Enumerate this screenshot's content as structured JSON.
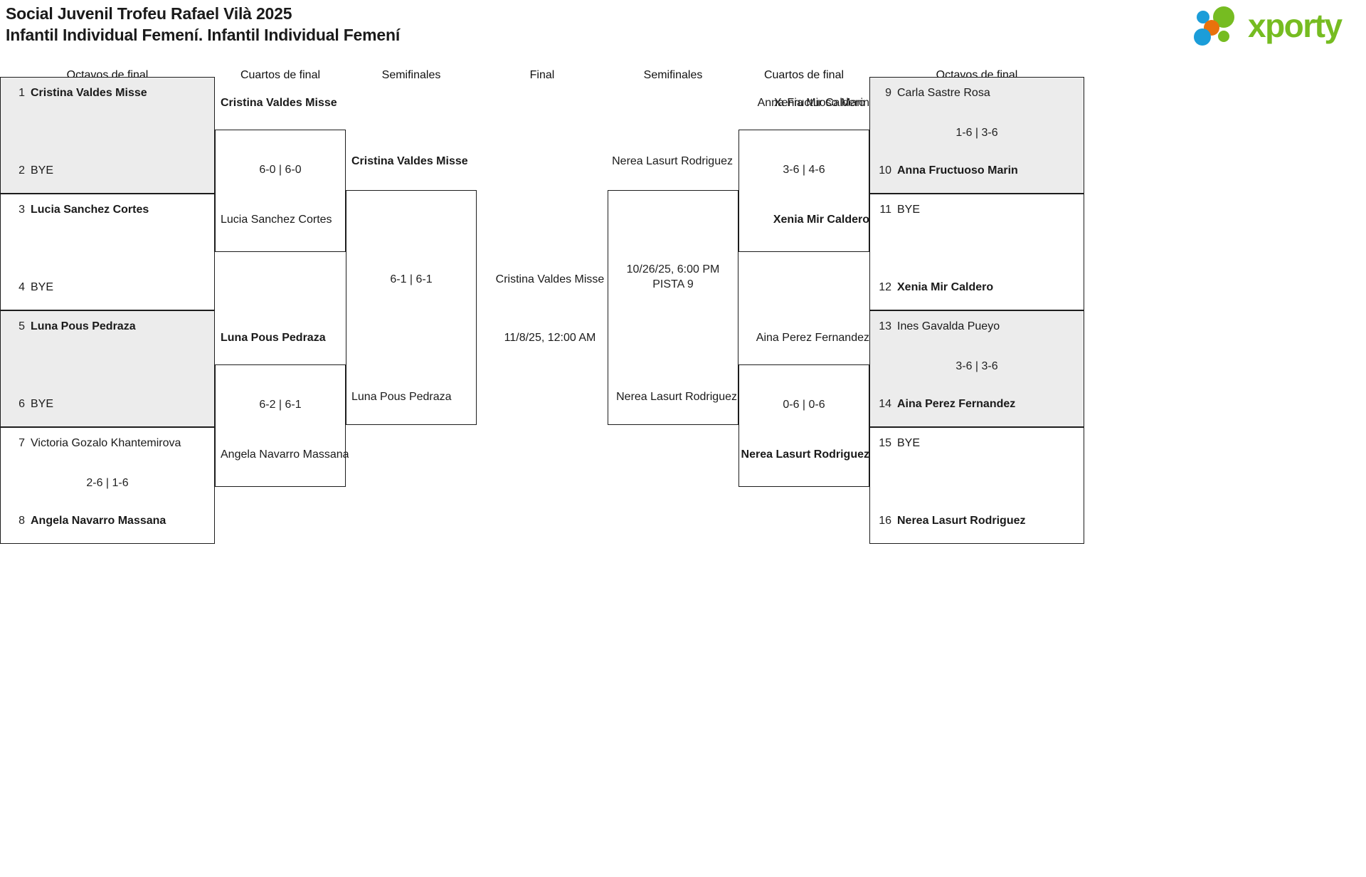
{
  "header": {
    "title": "Social Juvenil Trofeu Rafael Vilà 2025\nInfantil Individual Femení. Infantil Individual Femení",
    "logo_text": "xporty",
    "logo_colors": {
      "green": "#76bc21",
      "blue": "#1b9dd9",
      "orange": "#e8720c"
    }
  },
  "rounds": [
    {
      "key": "r16_left",
      "label": "Octavos de final"
    },
    {
      "key": "qf_left",
      "label": "Cuartos de final"
    },
    {
      "key": "sf_left",
      "label": "Semifinales"
    },
    {
      "key": "final",
      "label": "Final"
    },
    {
      "key": "sf_right",
      "label": "Semifinales"
    },
    {
      "key": "qf_right",
      "label": "Cuartos de final"
    },
    {
      "key": "r16_right",
      "label": "Octavos de final"
    }
  ],
  "bracket": {
    "r16_left": [
      {
        "shaded": true,
        "top": {
          "seed": "1",
          "name": "Cristina Valdes Misse",
          "winner": true
        },
        "bottom": {
          "seed": "2",
          "name": "BYE",
          "winner": false
        },
        "score": ""
      },
      {
        "shaded": false,
        "top": {
          "seed": "3",
          "name": "Lucia Sanchez Cortes",
          "winner": true
        },
        "bottom": {
          "seed": "4",
          "name": "BYE",
          "winner": false
        },
        "score": ""
      },
      {
        "shaded": true,
        "top": {
          "seed": "5",
          "name": "Luna Pous Pedraza",
          "winner": true
        },
        "bottom": {
          "seed": "6",
          "name": "BYE",
          "winner": false
        },
        "score": ""
      },
      {
        "shaded": false,
        "top": {
          "seed": "7",
          "name": "Victoria Gozalo Khantemirova",
          "winner": false
        },
        "bottom": {
          "seed": "8",
          "name": "Angela Navarro Massana",
          "winner": true
        },
        "score": "2-6 | 1-6"
      }
    ],
    "r16_right": [
      {
        "shaded": true,
        "top": {
          "seed": "9",
          "name": "Carla Sastre Rosa",
          "winner": false
        },
        "bottom": {
          "seed": "10",
          "name": "Anna Fructuoso Marin",
          "winner": true
        },
        "score": "1-6 | 3-6"
      },
      {
        "shaded": false,
        "top": {
          "seed": "11",
          "name": "BYE",
          "winner": false
        },
        "bottom": {
          "seed": "12",
          "name": "Xenia Mir Caldero",
          "winner": true
        },
        "score": ""
      },
      {
        "shaded": true,
        "top": {
          "seed": "13",
          "name": "Ines Gavalda Pueyo",
          "winner": false
        },
        "bottom": {
          "seed": "14",
          "name": "Aina Perez Fernandez",
          "winner": true
        },
        "score": "3-6 | 3-6"
      },
      {
        "shaded": false,
        "top": {
          "seed": "15",
          "name": "BYE",
          "winner": false
        },
        "bottom": {
          "seed": "16",
          "name": "Nerea Lasurt Rodriguez",
          "winner": true
        },
        "score": ""
      }
    ],
    "qf_left": [
      {
        "top": {
          "name": "Cristina Valdes Misse",
          "winner": true
        },
        "bottom": {
          "name": "Lucia Sanchez Cortes",
          "winner": false
        },
        "score": "6-0 | 6-0"
      },
      {
        "top": {
          "name": "Luna Pous Pedraza",
          "winner": true
        },
        "bottom": {
          "name": "Angela Navarro Massana",
          "winner": false
        },
        "score": "6-2 | 6-1"
      }
    ],
    "qf_right": [
      {
        "top": {
          "name": "Anna Fructuoso Marin",
          "winner": false
        },
        "bottom": {
          "name": "Xenia Mir Caldero",
          "winner": true
        },
        "score": "3-6 | 4-6"
      },
      {
        "top": {
          "name": "Aina Perez Fernandez",
          "winner": false
        },
        "bottom": {
          "name": "Nerea Lasurt Rodriguez",
          "winner": true
        },
        "score": "0-6 | 0-6"
      }
    ],
    "sf_left": {
      "top": {
        "name": "Cristina Valdes Misse",
        "winner": true
      },
      "bottom": {
        "name": "Luna Pous Pedraza",
        "winner": false
      },
      "score": "6-1 | 6-1"
    },
    "sf_right": {
      "top": {
        "name": "Xenia Mir Caldero",
        "winner": false
      },
      "bottom": {
        "name": "Nerea Lasurt Rodriguez",
        "winner": false
      },
      "score": "10/26/25, 6:00 PM\nPISTA 9"
    },
    "final": {
      "player": {
        "name": "Cristina Valdes Misse",
        "winner": false
      },
      "schedule": "11/8/25, 12:00 AM"
    }
  }
}
